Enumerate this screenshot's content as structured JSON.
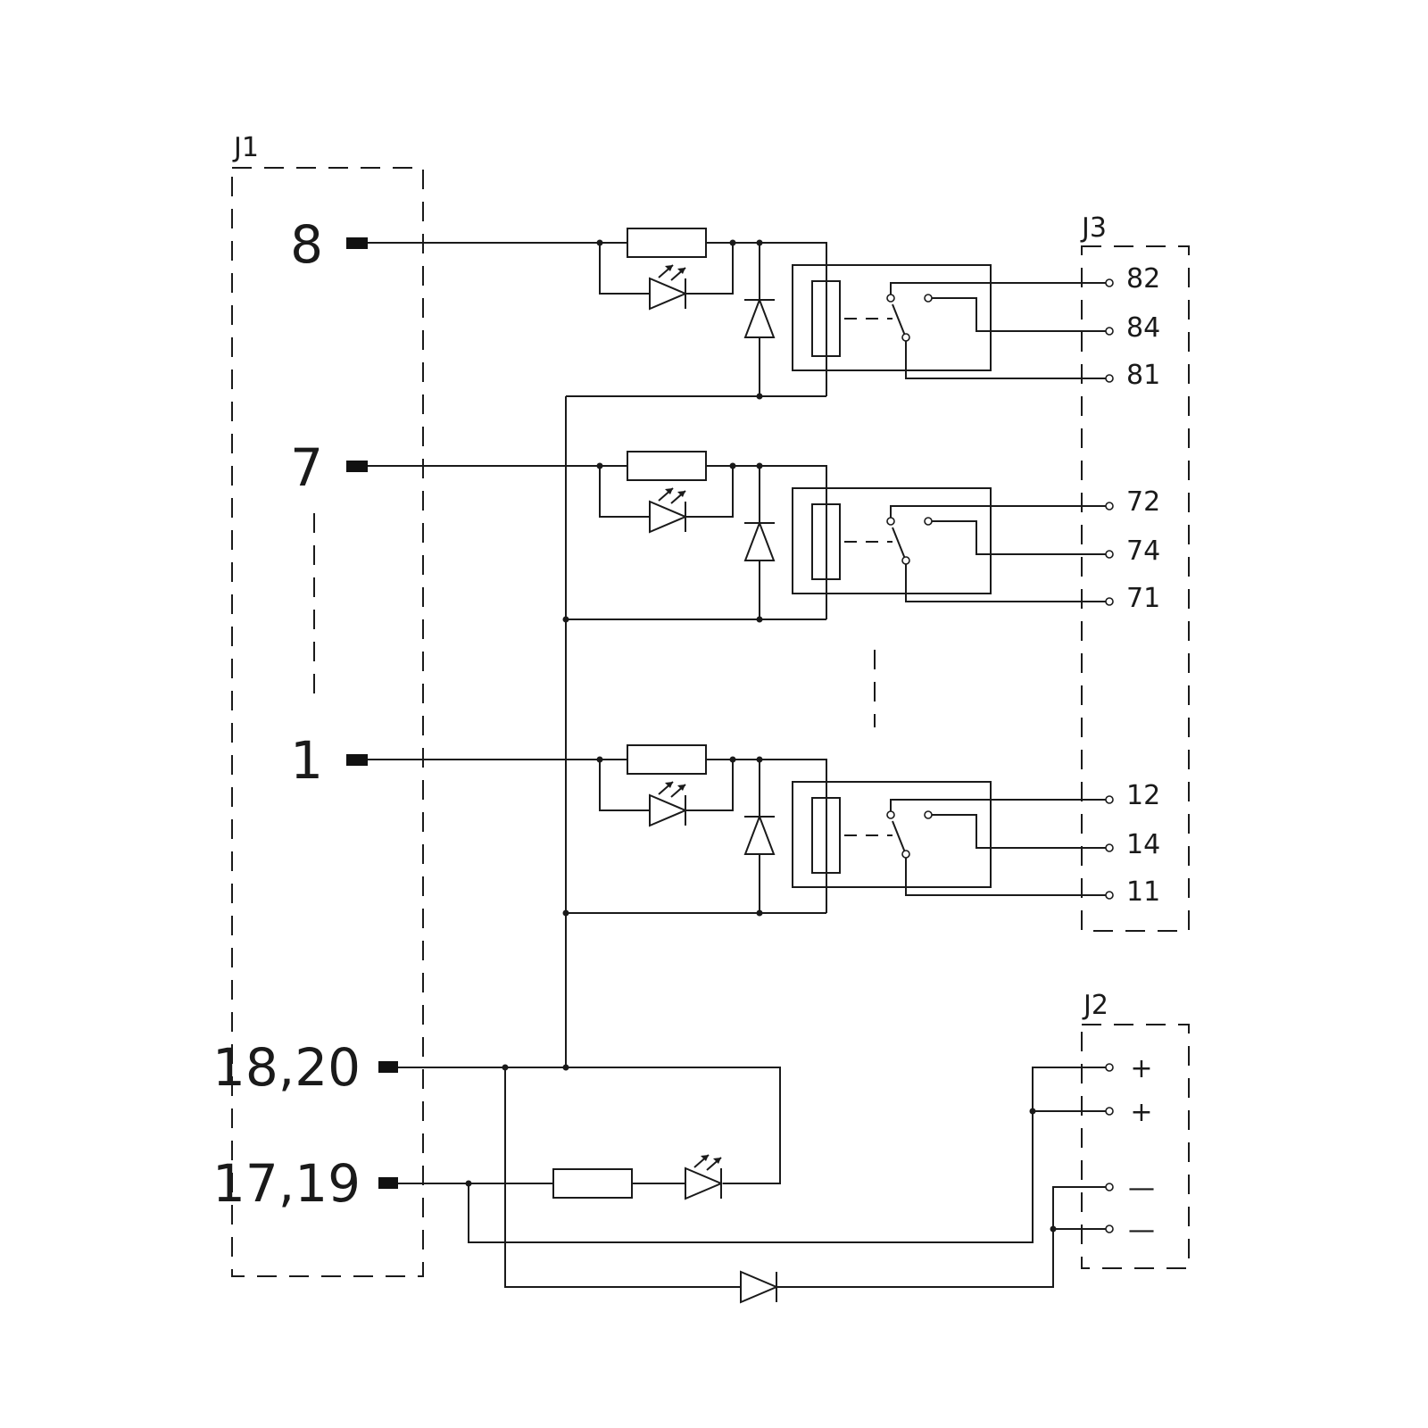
{
  "connectors": {
    "j1": {
      "label": "J1",
      "pins": [
        "8",
        "7",
        "1",
        "18,20",
        "17,19"
      ]
    },
    "j3": {
      "label": "J3",
      "terminals": [
        "82",
        "84",
        "81",
        "72",
        "74",
        "71",
        "12",
        "14",
        "11"
      ]
    },
    "j2": {
      "label": "J2",
      "terminals": [
        "+",
        "+",
        "—",
        "—"
      ]
    }
  },
  "colors": {
    "line": "#1a1a1a",
    "background": "#ffffff"
  }
}
